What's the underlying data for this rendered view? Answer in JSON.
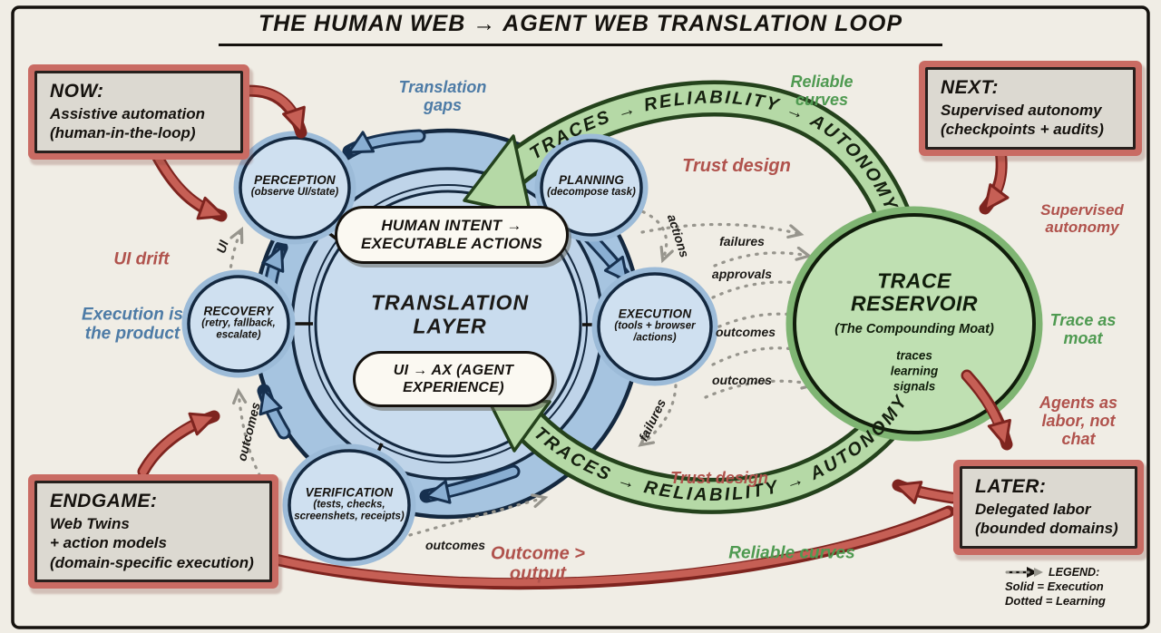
{
  "title": "THE HUMAN WEB → AGENT WEB TRANSLATION LOOP",
  "boxes": {
    "now": {
      "heading": "NOW:",
      "line1": "Assistive automation",
      "line2": "(human-in-the-loop)"
    },
    "next": {
      "heading": "NEXT:",
      "line1": "Supervised autonomy",
      "line2": "(checkpoints + audits)"
    },
    "later": {
      "heading": "LATER:",
      "line1": "Delegated labor",
      "line2": "(bounded domains)"
    },
    "endgame": {
      "heading": "ENDGAME:",
      "line1": "Web Twins",
      "line2": "+ action models",
      "line3": "(domain-specific execution)"
    }
  },
  "loop": {
    "core_title": "TRANSLATION LAYER",
    "pill_top": "HUMAN INTENT → EXECUTABLE ACTIONS",
    "pill_bottom": "UI → AX (AGENT EXPERIENCE)",
    "nodes": [
      {
        "name": "PERCEPTION",
        "sub": "(observe UI/state)"
      },
      {
        "name": "PLANNING",
        "sub": "(decompose task)"
      },
      {
        "name": "EXECUTION",
        "sub": "(tools + browser /actions)"
      },
      {
        "name": "VERIFICATION",
        "sub": "(tests, checks, screenshets, receipts)"
      },
      {
        "name": "RECOVERY",
        "sub": "(retry, fallback, escalate)"
      }
    ]
  },
  "reservoir": {
    "title": "TRACE RESERVOIR",
    "subtitle": "(The Compounding Moat)",
    "items": [
      "traces",
      "learning",
      "signals"
    ]
  },
  "green_arrows": {
    "top": "TRACES → RELIABILITY → AUTONOMY",
    "bottom": "TRACES → RELIABILITY → AUTONOMY"
  },
  "labels": {
    "translation_gaps": "Translation gaps",
    "ui_drift": "UI drift",
    "execution_product": "Execution is the product",
    "trust_design_top": "Trust design",
    "trust_design_bottom": "Trust design",
    "reliable_curves_top": "Reliable curves",
    "reliable_curves_bottom": "Reliable curves",
    "supervised_autonomy": "Supervised autonomy",
    "trace_as_moat": "Trace as moat",
    "agents_as_labor": "Agents as labor, not chat",
    "outcome_gt_output": "Outcome > output"
  },
  "flow": {
    "actions": "actions",
    "failures_top": "failures",
    "approvals": "approvals",
    "outcomes_mid": "outcomes",
    "outcomes_low": "outcomes",
    "failures_bottom": "failures",
    "outcomes_bottom": "outcomes",
    "ui": "UI",
    "outcomes_left": "outcomes"
  },
  "legend": {
    "heading": "LEGEND:",
    "solid": "Solid = Execution",
    "dotted": "Dotted = Learning"
  },
  "colors": {
    "background": "#f0ede5",
    "ink": "#15120e",
    "blue_fill": "#a6c4e0",
    "blue_line": "#16304f",
    "blue_text": "#4d7ba6",
    "green_fill": "#bfe0b2",
    "green_band": "#b5d9a6",
    "green_line": "#24421c",
    "green_text": "#4f9a51",
    "red": "#c65f55",
    "red_dark": "#7e241f",
    "red_text": "#b0524c",
    "gray_dotted": "#97958d",
    "box_fill": "#dcd9d1"
  }
}
